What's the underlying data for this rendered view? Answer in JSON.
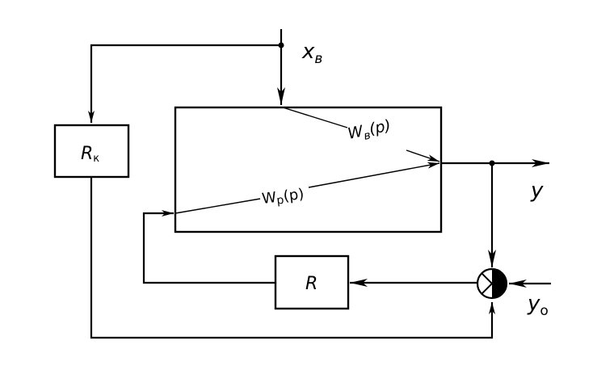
{
  "signals": {
    "disturbance": "x",
    "disturbance_sub": "в",
    "output": "y",
    "setpoint": "y",
    "setpoint_sub": "о"
  },
  "blocks": {
    "compensator": "R",
    "compensator_sub": "к",
    "regulator": "R"
  },
  "transfer_functions": {
    "disturbance_channel": "W",
    "disturbance_channel_sub": "в",
    "disturbance_channel_arg": "(p)",
    "control_channel": "W",
    "control_channel_sub": "p",
    "control_channel_arg": "(p)"
  }
}
